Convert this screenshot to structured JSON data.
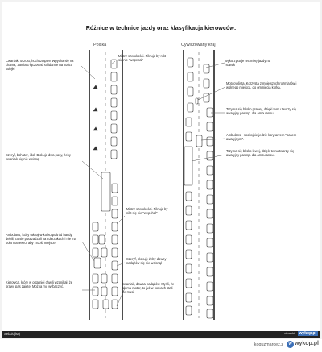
{
  "title": "Różnice w technice jazdy oraz klasyfikacja kierowców:",
  "panels": {
    "left": "Polska",
    "right": "Cywilizowany kraj"
  },
  "notes_left": [
    "Cwaniak, oszust, hochsztapler! Wpycha się na chama, zamiast łączować solidarnie na końcu kolejki",
    "Mistrz szerokości. Pilnuje by nikt się nie \"wepchał\"",
    "Szeryf, bohater, idol. Blokuje dwa pasy, żeby cwaniak się nie wcisnął",
    "Mistrz szerokości. Pilnuje by nikt się nie \"wepchał\"",
    "Ambulans, który utknął w korku pośród bandy debili, co się pourzadzali na zderzakach i nie ma pola manewru, aby zrobić miejsce.",
    "Szeryf, blokuje żeby dowcy nadążów się nie wcisnął",
    "Kierowca, który w ostatniej chwili wzanikał, że prawy pas zajęte. Można mu wybaczyć.",
    "Cwaniak, dawca nadążów. Myśli, że jak ma motor, to już w korkach stać nie musi."
  ],
  "notes_right": [
    "Wykorzystuje technikę jazdy na \"suwak\"",
    "Motocyklista. Korzysta z mniejszych rozmiarów i wolnego miejsca, do ominięcia korka.",
    "Trzyma się blisko prawej, dzięki temu tworzy się awaryjny pas np. dla ambulansu",
    "Ambulans - spokojnie jedzie korytarzem \"pasem awaryjnym\".",
    "Trzyma się blisko lewej, dzięki temu tworzy się awaryjny pas np. dla ambulansu."
  ],
  "footer": {
    "left_text": "Sebcio(ka)",
    "right_label": "wykop.pl",
    "right_prefix": "obrazki"
  },
  "bottom": {
    "user": "koguzmarcez.z",
    "brand": "wykop.pl"
  }
}
